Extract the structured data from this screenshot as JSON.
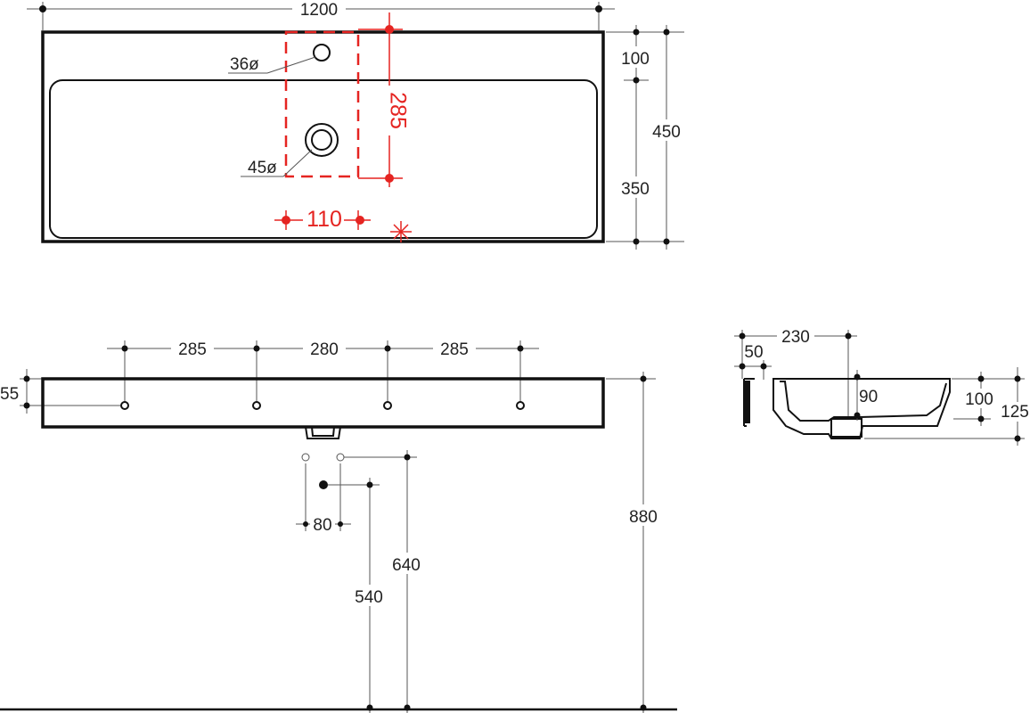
{
  "colors": {
    "line": "#111111",
    "dimension_line": "#555555",
    "text": "#222222",
    "highlight": "#e52421"
  },
  "top_view": {
    "overall_width": "1200",
    "tap_hole_label": "36ø",
    "drain_label": "45ø",
    "tap_distance_vertical": "285",
    "tap_zone_width": "110",
    "rim_depth": "100",
    "basin_depth": "350",
    "overall_depth": "450"
  },
  "front_view": {
    "bracket_spacing_1": "285",
    "bracket_spacing_2": "280",
    "bracket_spacing_3": "285",
    "bracket_height": "55",
    "drain_spacing": "80",
    "drain_height": "540",
    "supply_height": "640",
    "top_height": "880"
  },
  "side_view": {
    "overall_depth": "230",
    "wall_thickness": "50",
    "drain_offset": "90",
    "bowl_depth": "100",
    "overall_height": "125"
  }
}
